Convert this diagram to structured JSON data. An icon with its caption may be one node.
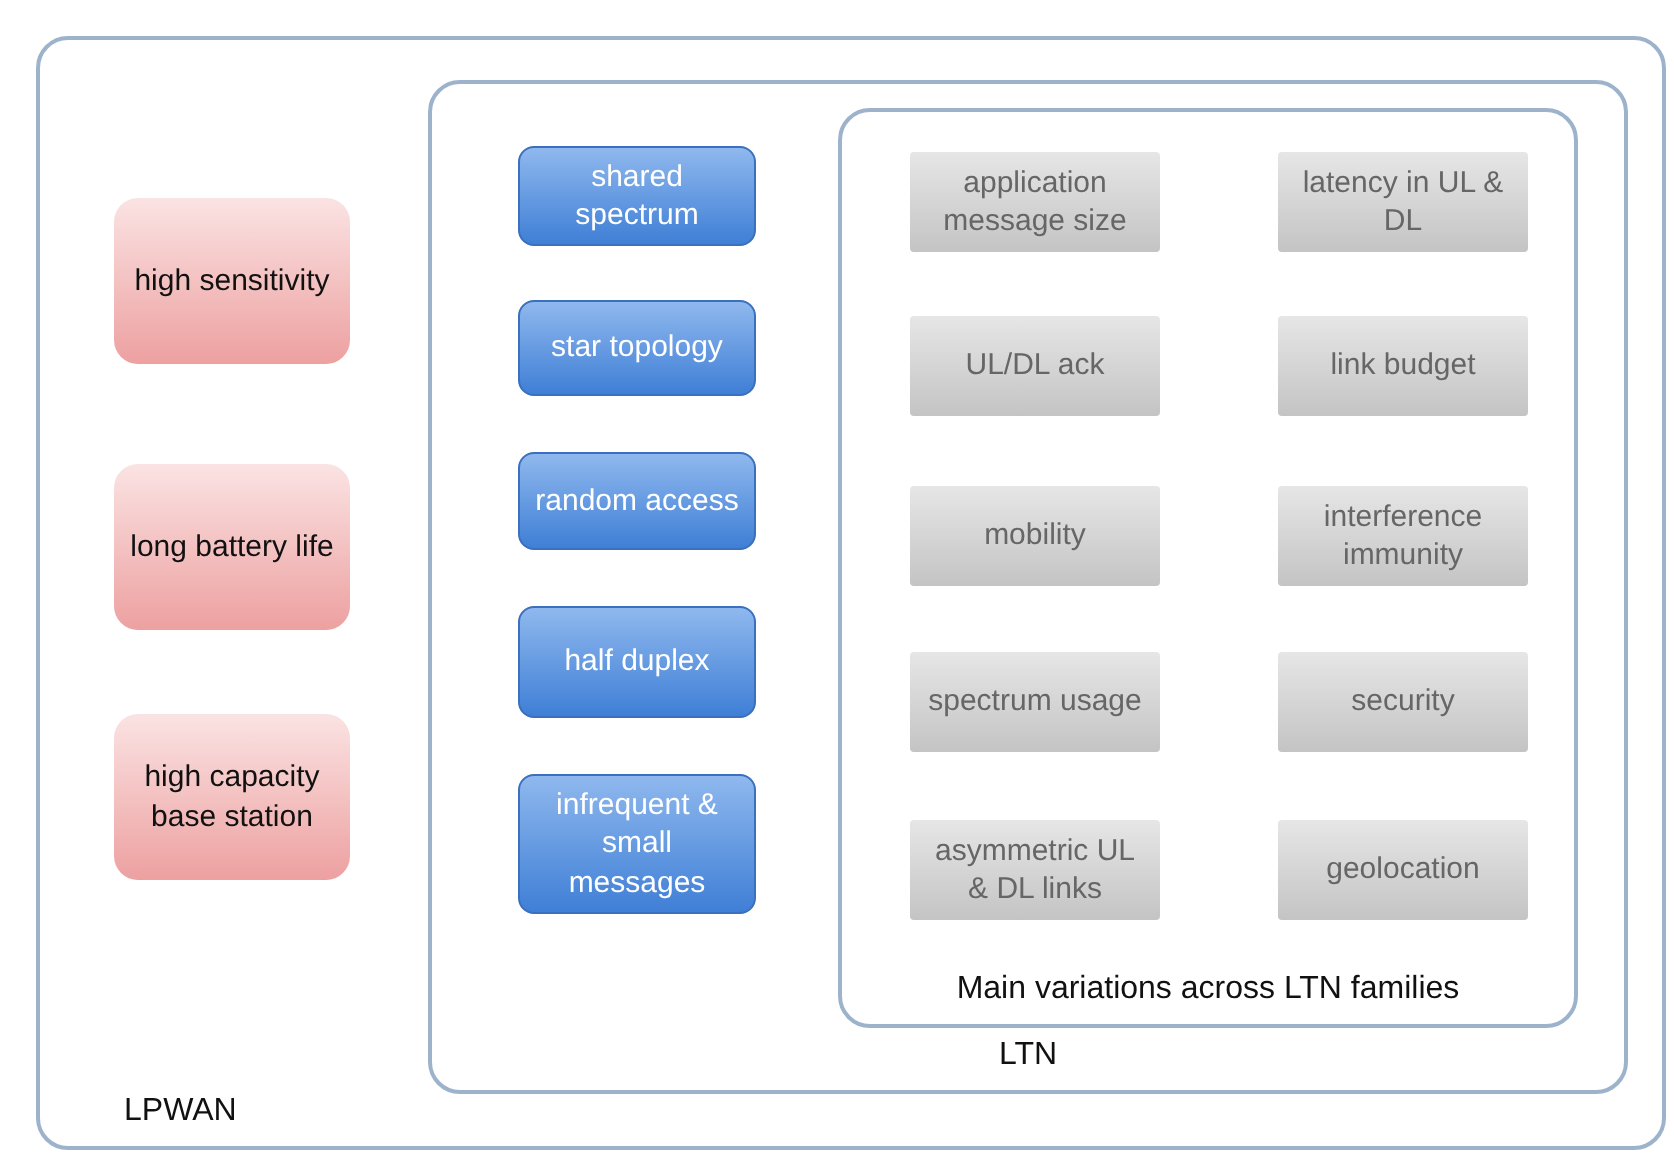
{
  "diagram": {
    "nodes": [
      {
        "text": [
          "LPWAN"
        ]
      },
      {
        "text": [
          "high sensitivity"
        ],
        "in": 0
      },
      {
        "text": [
          "long battery life"
        ],
        "in": 0
      },
      {
        "text": [
          "high capacity base station"
        ],
        "in": 0
      },
      {
        "text": [
          "LTN"
        ],
        "in": 0
      },
      {
        "text": [
          "shared spectrum"
        ],
        "in": 4
      },
      {
        "text": [
          "star topology"
        ],
        "in": 4
      },
      {
        "text": [
          "random access"
        ],
        "in": 4
      },
      {
        "text": [
          "half duplex"
        ],
        "in": 4
      },
      {
        "text": [
          "infrequent & small messages"
        ],
        "in": 4
      },
      {
        "text": [
          "Main variations across LTN families"
        ],
        "in": 4
      },
      {
        "text": [
          "application message size"
        ],
        "in": 10
      },
      {
        "text": [
          "latency in UL & DL"
        ],
        "in": 10
      },
      {
        "text": [
          "UL/DL ack"
        ],
        "in": 10
      },
      {
        "text": [
          "link budget"
        ],
        "in": 10
      },
      {
        "text": [
          "mobility"
        ],
        "in": 10
      },
      {
        "text": [
          "interference immunity"
        ],
        "in": 10
      },
      {
        "text": [
          "spectrum usage"
        ],
        "in": 10
      },
      {
        "text": [
          "security"
        ],
        "in": 10
      },
      {
        "text": [
          "asymmetric UL & DL links"
        ],
        "in": 10
      },
      {
        "text": [
          "geolocation"
        ],
        "in": 10
      }
    ]
  }
}
